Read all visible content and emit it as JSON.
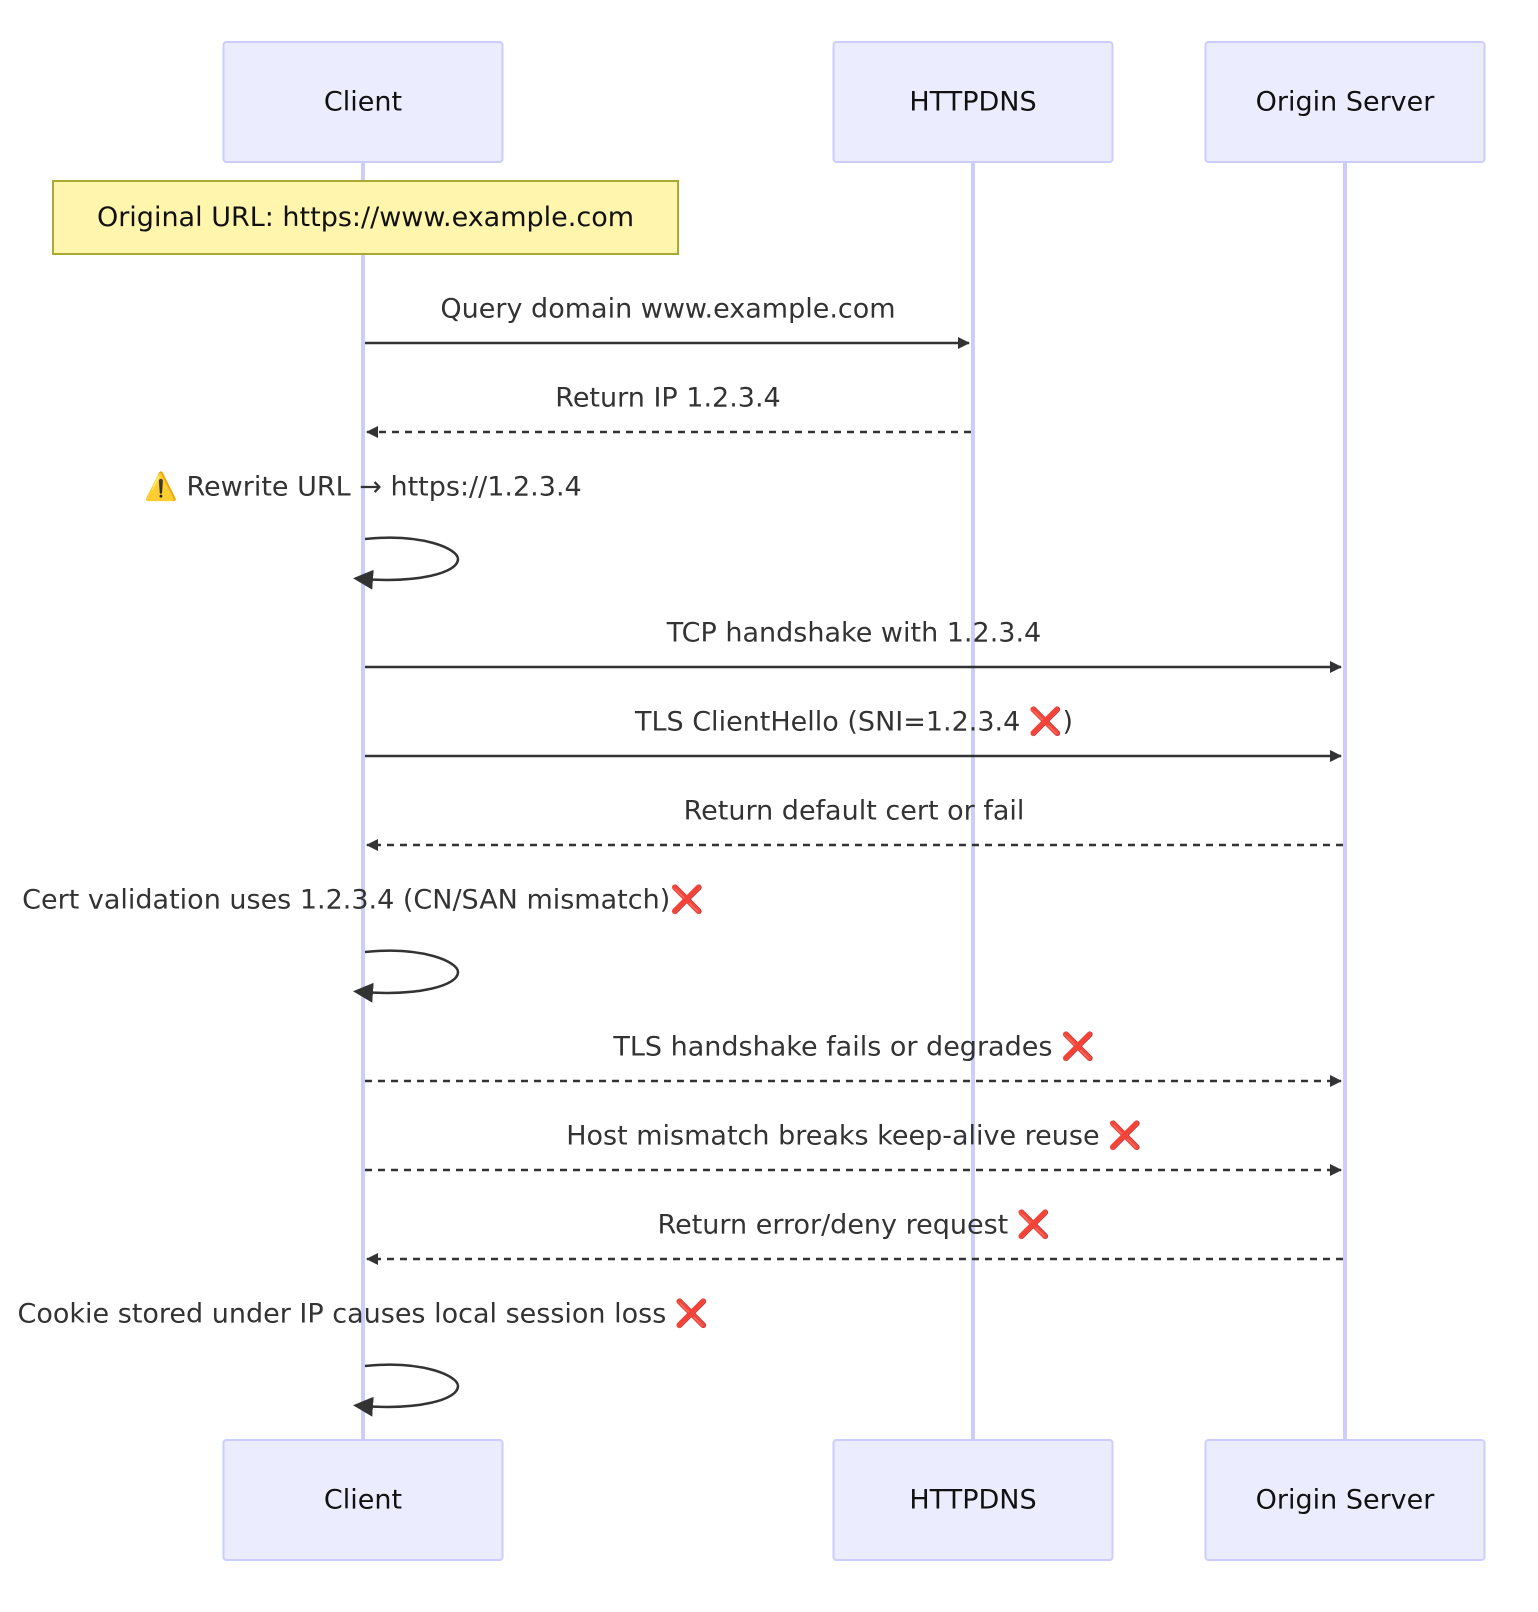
{
  "participants": [
    {
      "id": "client",
      "label": "Client"
    },
    {
      "id": "httpdns",
      "label": "HTTPDNS"
    },
    {
      "id": "origin",
      "label": "Origin Server"
    }
  ],
  "note": {
    "over": "client",
    "text": "Original URL: https://www.example.com"
  },
  "messages": [
    {
      "from": "client",
      "to": "httpdns",
      "style": "solid",
      "text": "Query domain www.example.com",
      "name": "msg-query-domain"
    },
    {
      "from": "httpdns",
      "to": "client",
      "style": "dashed",
      "text": "Return IP 1.2.3.4",
      "name": "msg-return-ip"
    },
    {
      "from": "client",
      "to": "client",
      "style": "solid",
      "text": "⚠️ Rewrite URL → https://1.2.3.4",
      "name": "msg-rewrite-url"
    },
    {
      "from": "client",
      "to": "origin",
      "style": "solid",
      "text": "TCP handshake with 1.2.3.4",
      "name": "msg-tcp-handshake"
    },
    {
      "from": "client",
      "to": "origin",
      "style": "solid",
      "text": "TLS ClientHello (SNI=1.2.3.4 ❌)",
      "name": "msg-tls-clienthello"
    },
    {
      "from": "origin",
      "to": "client",
      "style": "dashed",
      "text": "Return default cert or fail",
      "name": "msg-default-cert"
    },
    {
      "from": "client",
      "to": "client",
      "style": "solid",
      "text": "Cert validation uses 1.2.3.4 (CN/SAN mismatch)❌",
      "name": "msg-cert-validation"
    },
    {
      "from": "client",
      "to": "origin",
      "style": "dashed",
      "text": "TLS handshake fails or degrades ❌",
      "name": "msg-tls-fails"
    },
    {
      "from": "client",
      "to": "origin",
      "style": "dashed",
      "text": "Host mismatch breaks keep-alive reuse ❌",
      "name": "msg-host-mismatch"
    },
    {
      "from": "origin",
      "to": "client",
      "style": "dashed",
      "text": "Return error/deny request ❌",
      "name": "msg-return-error"
    },
    {
      "from": "client",
      "to": "client",
      "style": "solid",
      "text": "Cookie stored under IP causes local session loss ❌",
      "name": "msg-cookie-loss"
    }
  ]
}
